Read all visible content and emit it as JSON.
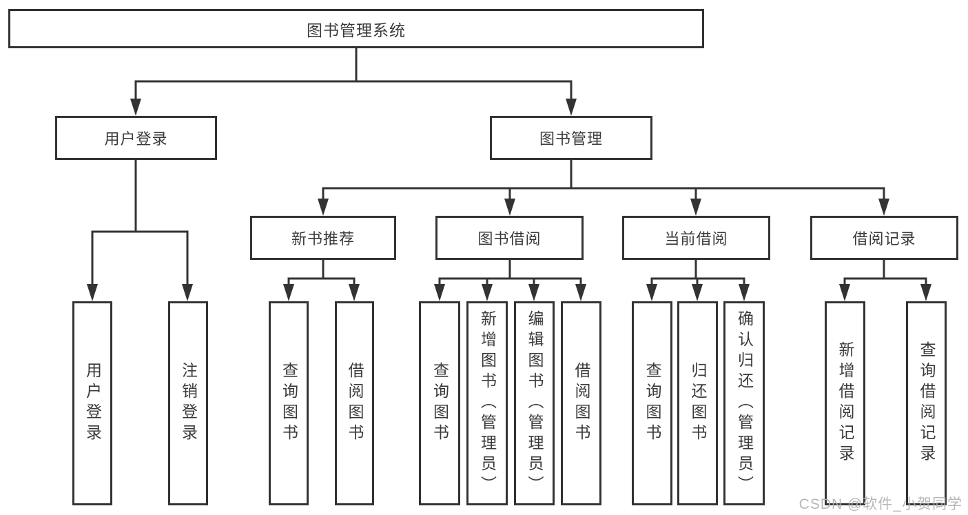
{
  "diagram": {
    "root": {
      "label": "图书管理系统"
    },
    "branches": [
      {
        "label": "用户登录",
        "children": [
          {
            "label": "用户登录"
          },
          {
            "label": "注销登录"
          }
        ]
      },
      {
        "label": "图书管理",
        "children": [
          {
            "label": "新书推荐",
            "children": [
              {
                "label": "查询图书"
              },
              {
                "label": "借阅图书"
              }
            ]
          },
          {
            "label": "图书借阅",
            "children": [
              {
                "label": "查询图书"
              },
              {
                "label": "新增图书（管理员）"
              },
              {
                "label": "编辑图书（管理员）"
              },
              {
                "label": "借阅图书"
              }
            ]
          },
          {
            "label": "当前借阅",
            "children": [
              {
                "label": "查询图书"
              },
              {
                "label": "归还图书"
              },
              {
                "label": "确认归还（管理员）"
              }
            ]
          },
          {
            "label": "借阅记录",
            "children": [
              {
                "label": "新增借阅记录"
              },
              {
                "label": "查询借阅记录"
              }
            ]
          }
        ]
      }
    ]
  },
  "watermark": {
    "text": "CSDN @软件_小贺同学"
  },
  "colors": {
    "line": "#333333",
    "text": "#3a3a3a",
    "background": "#ffffff",
    "watermark": "#b1b1b1"
  }
}
